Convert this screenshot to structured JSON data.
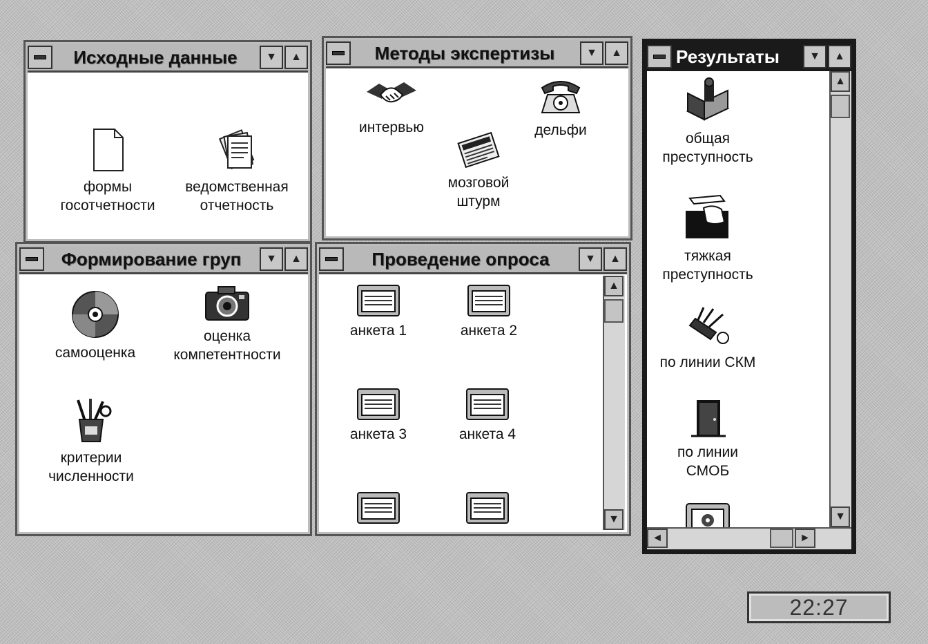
{
  "windows": {
    "source": {
      "title": "Исходные данные",
      "items": [
        {
          "label1": "формы",
          "label2": "госотчетности"
        },
        {
          "label1": "ведомственная",
          "label2": "отчетность"
        }
      ]
    },
    "methods": {
      "title": "Методы экспертизы",
      "items": [
        {
          "label1": "интервью"
        },
        {
          "label1": "дельфи"
        },
        {
          "label1": "мозговой",
          "label2": "штурм"
        }
      ]
    },
    "groups": {
      "title": "Формирование груп",
      "items": [
        {
          "label1": "самооценка"
        },
        {
          "label1": "оценка",
          "label2": "компетентности"
        },
        {
          "label1": "критерии",
          "label2": "численности"
        }
      ]
    },
    "survey": {
      "title": "Проведение опроса",
      "items": [
        {
          "label1": "анкета 1"
        },
        {
          "label1": "анкета 2"
        },
        {
          "label1": "анкета 3"
        },
        {
          "label1": "анкета 4"
        }
      ]
    },
    "results": {
      "title": "Результаты",
      "items": [
        {
          "label1": "общая",
          "label2": "преступность"
        },
        {
          "label1": "тяжкая",
          "label2": "преступность"
        },
        {
          "label1": "по линии СКМ"
        },
        {
          "label1": "по линии",
          "label2": "СМОБ"
        }
      ]
    }
  },
  "clock": {
    "time": "22:27"
  },
  "icons": {
    "system_menu": "system-menu-icon",
    "minimize": "down-triangle-icon",
    "maximize": "up-triangle-icon",
    "document": "blank-document-icon",
    "documents": "document-stack-icon",
    "handshake": "handshake-icon",
    "telephone": "telephone-icon",
    "newspaper": "newspaper-icon",
    "cd": "compact-disc-icon",
    "camera": "camera-icon",
    "pencil_cup": "pencil-cup-icon",
    "form": "form-window-icon",
    "lamp": "desk-lamp-icon",
    "crime_hand": "hand-with-knife-icon",
    "tools": "tools-icon",
    "door": "door-icon",
    "phone_book": "phone-book-icon"
  }
}
